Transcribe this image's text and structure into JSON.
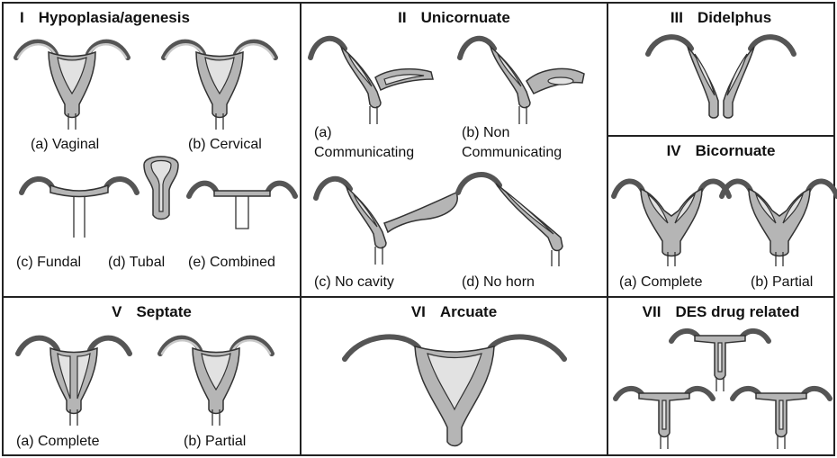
{
  "panels": {
    "p1": {
      "num": "I",
      "title": "Hypoplasia/agenesis",
      "labels": {
        "a": "(a) Vaginal",
        "b": "(b) Cervical",
        "c": "(c) Fundal",
        "d": "(d) Tubal",
        "e": "(e) Combined"
      }
    },
    "p2": {
      "num": "II",
      "title": "Unicornuate",
      "labels": {
        "a1": "(a)",
        "a2": "Communicating",
        "b1": "(b) Non",
        "b2": "Communicating",
        "c": "(c) No cavity",
        "d": "(d) No horn"
      }
    },
    "p3": {
      "num": "III",
      "title": "Didelphus"
    },
    "p4": {
      "num": "IV",
      "title": "Bicornuate",
      "labels": {
        "a": "(a) Complete",
        "b": "(b) Partial"
      }
    },
    "p5": {
      "num": "V",
      "title": "Septate",
      "labels": {
        "a": "(a) Complete",
        "b": "(b) Partial"
      }
    },
    "p6": {
      "num": "VI",
      "title": "Arcuate"
    },
    "p7": {
      "num": "VII",
      "title": "DES drug related"
    }
  },
  "colors": {
    "border": "#222222",
    "tissue": "#b5b5b5",
    "outline": "#333333"
  }
}
